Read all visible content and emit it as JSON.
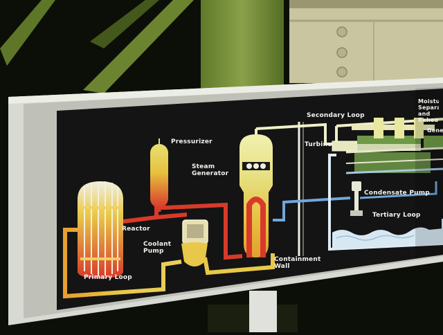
{
  "diagram": {
    "labels": {
      "pressurizer": "Pressurizer",
      "steam_generator": "Steam Generator",
      "reactor": "Reactor",
      "coolant_pump": "Coolant Pump",
      "primary_loop": "Primary Loop",
      "turbine": "Turbine",
      "secondary_loop": "Secondary Loop",
      "moisture_separator": "Moisture Separator and Reheater",
      "generator": "Generator",
      "condensate_pump": "Condensate Pump",
      "tertiary_loop": "Tertiary Loop",
      "containment_wall": "Containment Wall"
    }
  },
  "colors": {
    "primary_loop": "#d83a2a",
    "primary_loop_warm": "#e8c040",
    "secondary_loop": "#f0f0c8",
    "tertiary_loop": "#e0ecf4",
    "condensate_line": "#6fa8dc",
    "sign_frame": "#d7d9d2",
    "sign_panel": "#141414"
  }
}
